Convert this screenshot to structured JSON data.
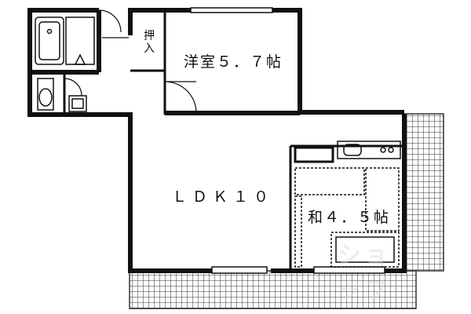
{
  "floor_plan": {
    "rooms": {
      "western_room": "洋室５．７帖",
      "ldk": "ＬＤＫ１０",
      "japanese_room": "和４．５帖",
      "closet": "押入"
    },
    "watermark": "ショップ"
  }
}
